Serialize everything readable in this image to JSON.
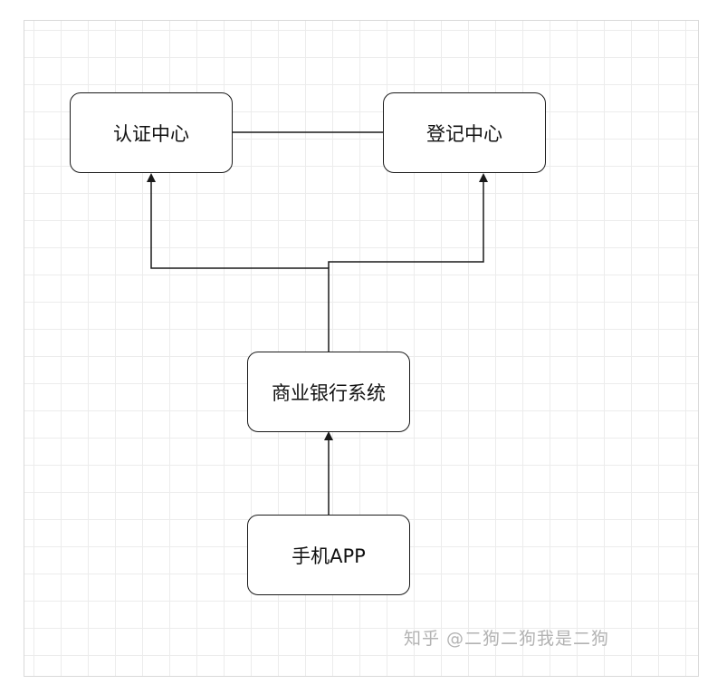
{
  "diagram": {
    "nodes": {
      "auth_center": "认证中心",
      "registry_center": "登记中心",
      "bank_system": "商业银行系统",
      "mobile_app": "手机APP"
    },
    "watermark": "知乎 @二狗二狗我是二狗",
    "colors": {
      "stroke": "#1a1a1a",
      "grid": "#ececec",
      "watermark": "#b3b3b3"
    }
  }
}
